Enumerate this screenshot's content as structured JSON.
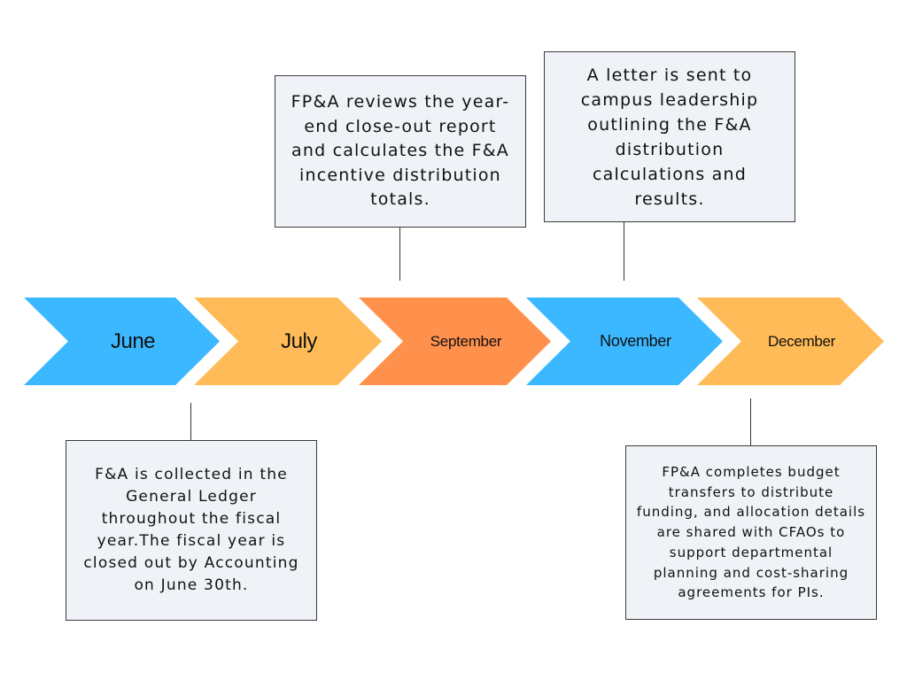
{
  "timeline": {
    "months": [
      {
        "label": "June",
        "color": "#3bb8ff"
      },
      {
        "label": "July",
        "color": "#ffbb57"
      },
      {
        "label": "September",
        "color": "#ff914d"
      },
      {
        "label": "November",
        "color": "#3bb8ff"
      },
      {
        "label": "December",
        "color": "#ffbb57"
      }
    ]
  },
  "notes": {
    "july_note": "FP&A reviews the year-end close-out report and calculates the F&A incentive distribution totals.",
    "november_note": "A letter is sent to campus leadership outlining the F&A distribution calculations and results.",
    "june_note": "F&A is collected in the General Ledger throughout the fiscal year.The fiscal year is closed out by Accounting on June 30th.",
    "december_note": "FP&A completes budget transfers to distribute funding, and allocation details are shared with CFAOs to support departmental planning and cost-sharing agreements for PIs."
  },
  "colors": {
    "note_background": "#eff2f6",
    "note_border": "#3a3a3a",
    "connector": "#333333"
  }
}
